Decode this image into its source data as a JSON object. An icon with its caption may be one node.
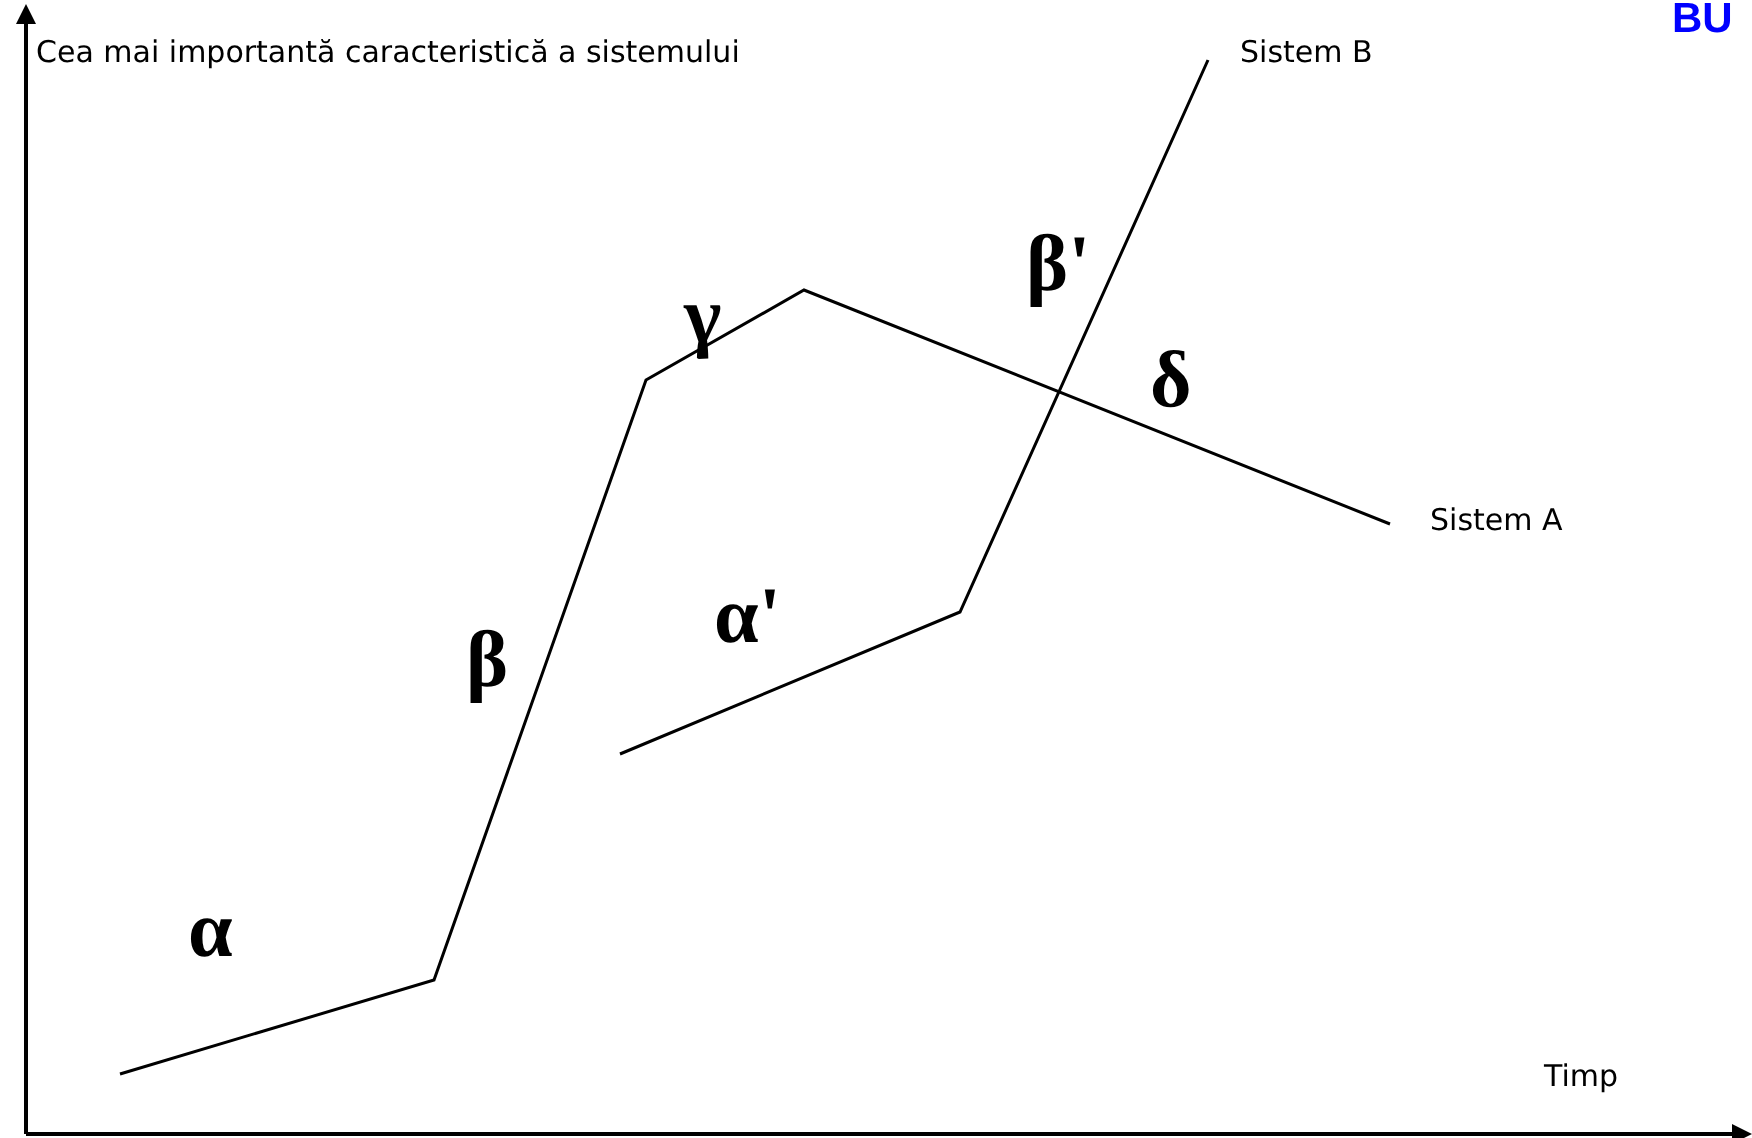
{
  "diagram": {
    "labels": [
      "BU",
      "Cea mai importantă caracteristică a sistemului",
      "Sistem B",
      "β'",
      "γ",
      "δ",
      "Sistem A",
      "α'",
      "β",
      "α",
      "Timp"
    ]
  }
}
